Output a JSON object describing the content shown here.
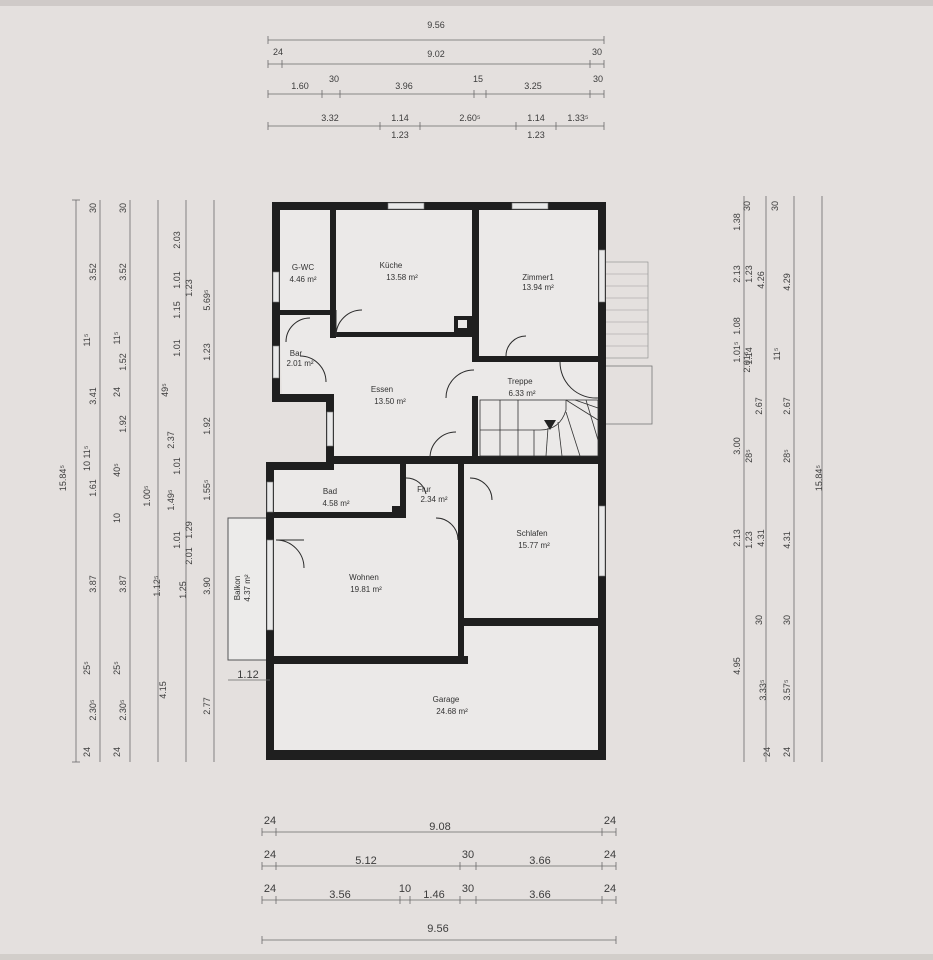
{
  "top_dims": {
    "row1": [
      "9.56"
    ],
    "row2": [
      "24",
      "9.02",
      "30"
    ],
    "row3": [
      "1.60",
      "30",
      "3.96",
      "15",
      "3.25",
      "30"
    ],
    "row4": [
      "3.32",
      "1.14",
      "1.23",
      "2.60⁵",
      "1.14",
      "1.23",
      "1.33⁵"
    ]
  },
  "bottom_dims": {
    "row1": [
      "24",
      "9.08",
      "24"
    ],
    "row2": [
      "24",
      "5.12",
      "30",
      "3.66",
      "24"
    ],
    "row3": [
      "24",
      "3.56",
      "10",
      "1.46",
      "30",
      "3.66",
      "24"
    ],
    "row4": [
      "9.56"
    ]
  },
  "left_dims": {
    "col1": [
      "15.84⁵"
    ],
    "col2": [
      "30",
      "3.52",
      "11⁵",
      "3.41",
      "10",
      "1.61",
      "11⁵",
      "3.87",
      "25⁵",
      "2.30⁵",
      "24"
    ],
    "col3": [
      "30",
      "3.52",
      "11⁵",
      "1.52",
      "24",
      "1.92",
      "40⁵",
      "10",
      "3.87",
      "25⁵",
      "2.30⁵",
      "24"
    ],
    "col4": [
      "49⁵",
      "2.37",
      "1.00⁵",
      "1.12⁵",
      "4.15"
    ],
    "col5": [
      "2.03",
      "1.01",
      "1.15",
      "1.01",
      "1.23",
      "1.01",
      "1.49⁵",
      "1.01",
      "1.29",
      "1.25",
      "2.01"
    ],
    "col6": [
      "5.69⁵",
      "1.23",
      "1.92",
      "1.55⁵",
      "3.90",
      "2.77"
    ]
  },
  "right_dims": {
    "col1": [
      "1.38",
      "2.13",
      "1.01⁵",
      "1.08",
      "3.00",
      "2.13",
      "4.95",
      "24"
    ],
    "col2": [
      "30",
      "1.23",
      "2.01⁵",
      "2.67",
      "28⁵",
      "1.23",
      "30",
      "3.33⁵",
      "24"
    ],
    "col3": [
      "30",
      "4.29",
      "11⁵",
      "2.67",
      "28⁵",
      "4.31",
      "30",
      "3.57⁵"
    ],
    "col4": [
      "15.84⁵"
    ],
    "extra": [
      "1.14",
      "4.26",
      "4.31"
    ]
  },
  "balkon_dim": "1.12",
  "rooms": [
    {
      "name": "G-WC",
      "area": "4.46 m²"
    },
    {
      "name": "Küche",
      "area": "13.58 m²"
    },
    {
      "name": "Zimmer1",
      "area": "13.94 m²"
    },
    {
      "name": "Bar",
      "area": "2.01 m²"
    },
    {
      "name": "Essen",
      "area": "13.50 m²"
    },
    {
      "name": "Treppe",
      "area": "6.33 m²"
    },
    {
      "name": "Bad",
      "area": "4.58 m²"
    },
    {
      "name": "Flur",
      "area": "2.34 m²"
    },
    {
      "name": "Schlafen",
      "area": "15.77 m²"
    },
    {
      "name": "Wohnen",
      "area": "19.81 m²"
    },
    {
      "name": "Balkon",
      "area": "4.37 m²"
    },
    {
      "name": "Garage",
      "area": "24.68 m²"
    }
  ]
}
